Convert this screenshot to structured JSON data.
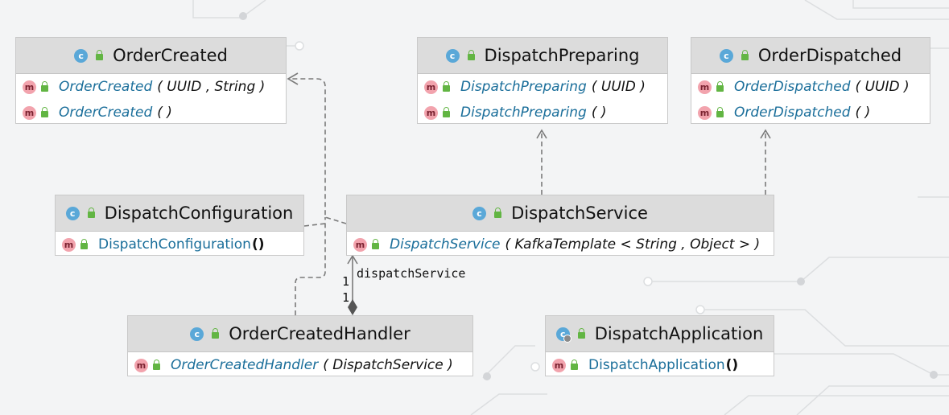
{
  "classes": {
    "order_created": {
      "name": "OrderCreated",
      "members": [
        {
          "name": "OrderCreated",
          "params": "( UUID , String )"
        },
        {
          "name": "OrderCreated",
          "params": "( )"
        }
      ]
    },
    "dispatch_preparing": {
      "name": "DispatchPreparing",
      "members": [
        {
          "name": "DispatchPreparing",
          "params": "( UUID )"
        },
        {
          "name": "DispatchPreparing",
          "params": "( )"
        }
      ]
    },
    "order_dispatched": {
      "name": "OrderDispatched",
      "members": [
        {
          "name": "OrderDispatched",
          "params": "( UUID )"
        },
        {
          "name": "OrderDispatched",
          "params": "( )"
        }
      ]
    },
    "dispatch_configuration": {
      "name": "DispatchConfiguration",
      "members": [
        {
          "name": "DispatchConfiguration",
          "params": "()"
        }
      ]
    },
    "dispatch_service": {
      "name": "DispatchService",
      "members": [
        {
          "name": "DispatchService",
          "params": "( KafkaTemplate < String ,  Object > )"
        }
      ]
    },
    "order_created_handler": {
      "name": "OrderCreatedHandler",
      "members": [
        {
          "name": "OrderCreatedHandler",
          "params": "( DispatchService )"
        }
      ]
    },
    "dispatch_application": {
      "name": "DispatchApplication",
      "members": [
        {
          "name": "DispatchApplication",
          "params": "()"
        }
      ]
    }
  },
  "association": {
    "role": "dispatchService",
    "multiplicity_target": "1",
    "multiplicity_source": "1"
  },
  "icons": {
    "class": "class-icon",
    "method": "method-icon",
    "public": "public-lock-icon",
    "spring_boot_class": "spring-boot-class-icon"
  },
  "colors": {
    "header_bg": "#dcdcdc",
    "method_name": "#1a6e9a",
    "class_icon": "#5aa8d8",
    "method_icon": "#f2a3ad",
    "public_lock": "#62b543",
    "edge": "#7a7a7a"
  }
}
